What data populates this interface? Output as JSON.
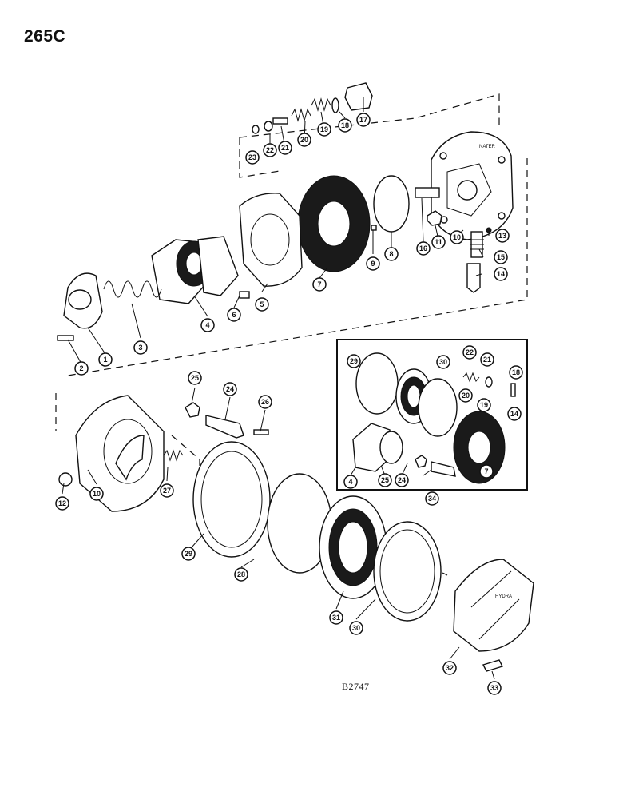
{
  "page": {
    "title": "265C",
    "drawing_code": "B2747"
  },
  "callouts": {
    "c1": "1",
    "c2": "2",
    "c3": "3",
    "c4": "4",
    "c5": "5",
    "c6": "6",
    "c7": "7",
    "c8": "8",
    "c9": "9",
    "c10": "10",
    "c11": "11",
    "c12": "12",
    "c13": "13",
    "c14": "14",
    "c15": "15",
    "c16": "16",
    "c17": "17",
    "c18": "18",
    "c19": "19",
    "c20": "20",
    "c21": "21",
    "c22": "22",
    "c23": "23",
    "c24": "24",
    "c25": "25",
    "c26": "26",
    "c27": "27",
    "c28": "28",
    "c29": "29",
    "c30": "30",
    "c31": "31",
    "c32": "32",
    "c33": "33",
    "c34": "34"
  },
  "inset_callouts": {
    "i29": "29",
    "i30": "30",
    "i22": "22",
    "i21": "21",
    "i18": "18",
    "i20": "20",
    "i19": "19",
    "i14": "14",
    "i4": "4",
    "i25": "25",
    "i24": "24",
    "i7": "7"
  },
  "part_markings": {
    "cover_plate_stamp": "NATER",
    "end_cover_stamp": "HYDRA"
  }
}
